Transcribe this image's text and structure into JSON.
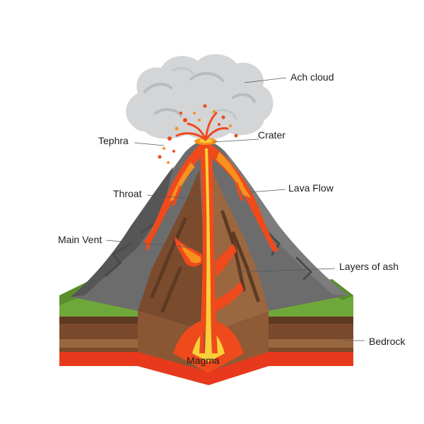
{
  "diagram": {
    "labels": {
      "ash_cloud": "Ach cloud",
      "crater": "Crater",
      "tephra": "Tephra",
      "lava_flow": "Lava Flow",
      "throat": "Throat",
      "main_vent": "Main Vent",
      "layers_of_ash": "Layers of ash",
      "bedrock": "Bedrock",
      "magma": "Magma"
    },
    "colors": {
      "ash_cloud": "#d3d5d6",
      "ash_cloud_shade": "#b9bcbe",
      "rock_gray": "#6c6c6c",
      "rock_dark": "#505050",
      "rock_light": "#8a8a8a",
      "lava": "#ef4a1c",
      "lava_bright": "#f7921e",
      "magma_yellow": "#f7d03a",
      "grass": "#6fa83a",
      "grass_dark": "#5a8e2c",
      "soil_brown": "#7b4a2c",
      "soil_dark": "#5e3a22",
      "soil_light": "#9a6740",
      "bedrock_red": "#e8391c"
    }
  }
}
